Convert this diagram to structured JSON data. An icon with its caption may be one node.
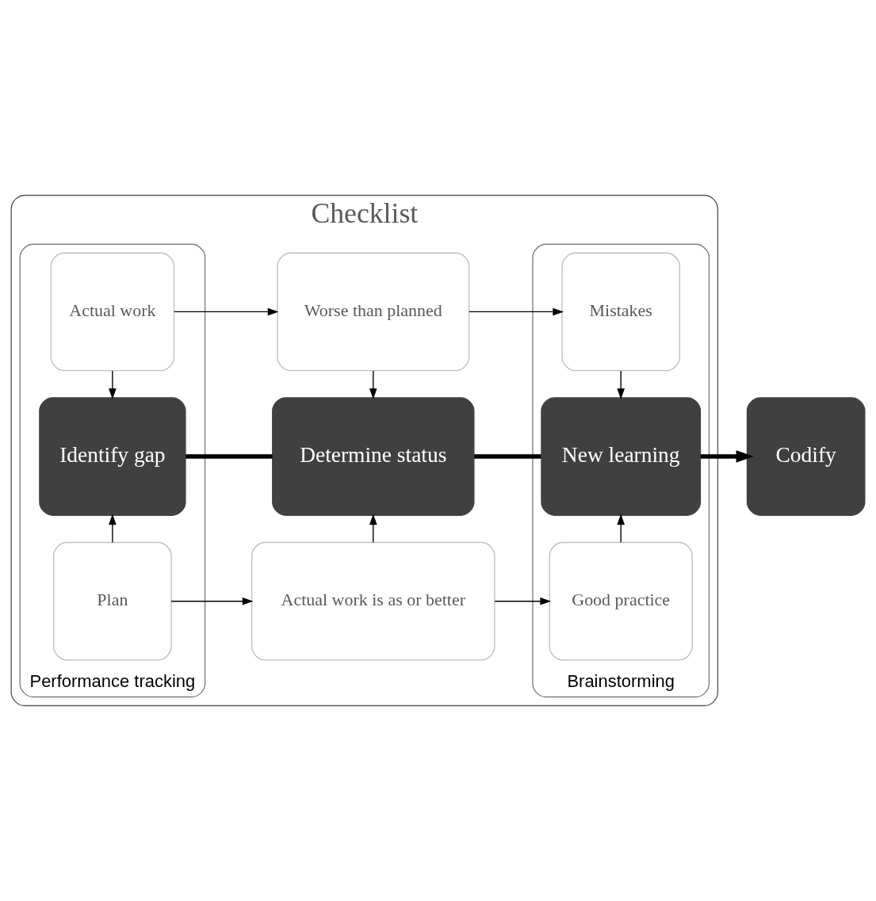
{
  "diagram": {
    "nodes": [
      {
        "text": [
          "Checklist"
        ]
      },
      {
        "text": [
          "Performance tracking"
        ],
        "in": 0
      },
      {
        "text": [
          "Plan"
        ],
        "in": 1
      },
      {
        "text": [
          "Identify gap"
        ],
        "in": 1
      },
      {
        "text": [
          "Actual work"
        ],
        "in": 1
      },
      {
        "text": [
          "Actual work is as or better"
        ],
        "in": 0
      },
      {
        "text": [
          "Determine status"
        ],
        "in": 0
      },
      {
        "text": [
          "Worse than planned"
        ],
        "in": 0
      },
      {
        "text": [
          "Brainstorming"
        ],
        "in": 0
      },
      {
        "text": [
          "Good practice"
        ],
        "in": 8
      },
      {
        "text": [
          "New learning"
        ],
        "in": 8
      },
      {
        "text": [
          "Mistakes"
        ],
        "in": 8
      },
      {
        "text": [
          "Codify"
        ]
      }
    ],
    "edges": [
      {
        "from": 2,
        "to": 5,
        "arrow": "to"
      },
      {
        "from": 5,
        "to": 9,
        "arrow": "to"
      },
      {
        "from": 2,
        "to": 3,
        "arrow": "to"
      },
      {
        "from": 5,
        "to": 6,
        "arrow": "to"
      },
      {
        "from": 9,
        "to": 10,
        "arrow": "to"
      },
      {
        "from": 3,
        "to": 6,
        "arrow": "none",
        "style": "thick"
      },
      {
        "from": 6,
        "to": 10,
        "arrow": "none",
        "style": "thick"
      },
      {
        "from": 10,
        "to": 12,
        "arrow": "to",
        "style": "thick"
      },
      {
        "from": 4,
        "to": 3,
        "arrow": "to"
      },
      {
        "from": 7,
        "to": 6,
        "arrow": "to"
      },
      {
        "from": 11,
        "to": 10,
        "arrow": "to"
      },
      {
        "from": 4,
        "to": 7,
        "arrow": "to"
      },
      {
        "from": 7,
        "to": 11,
        "arrow": "to"
      }
    ]
  }
}
